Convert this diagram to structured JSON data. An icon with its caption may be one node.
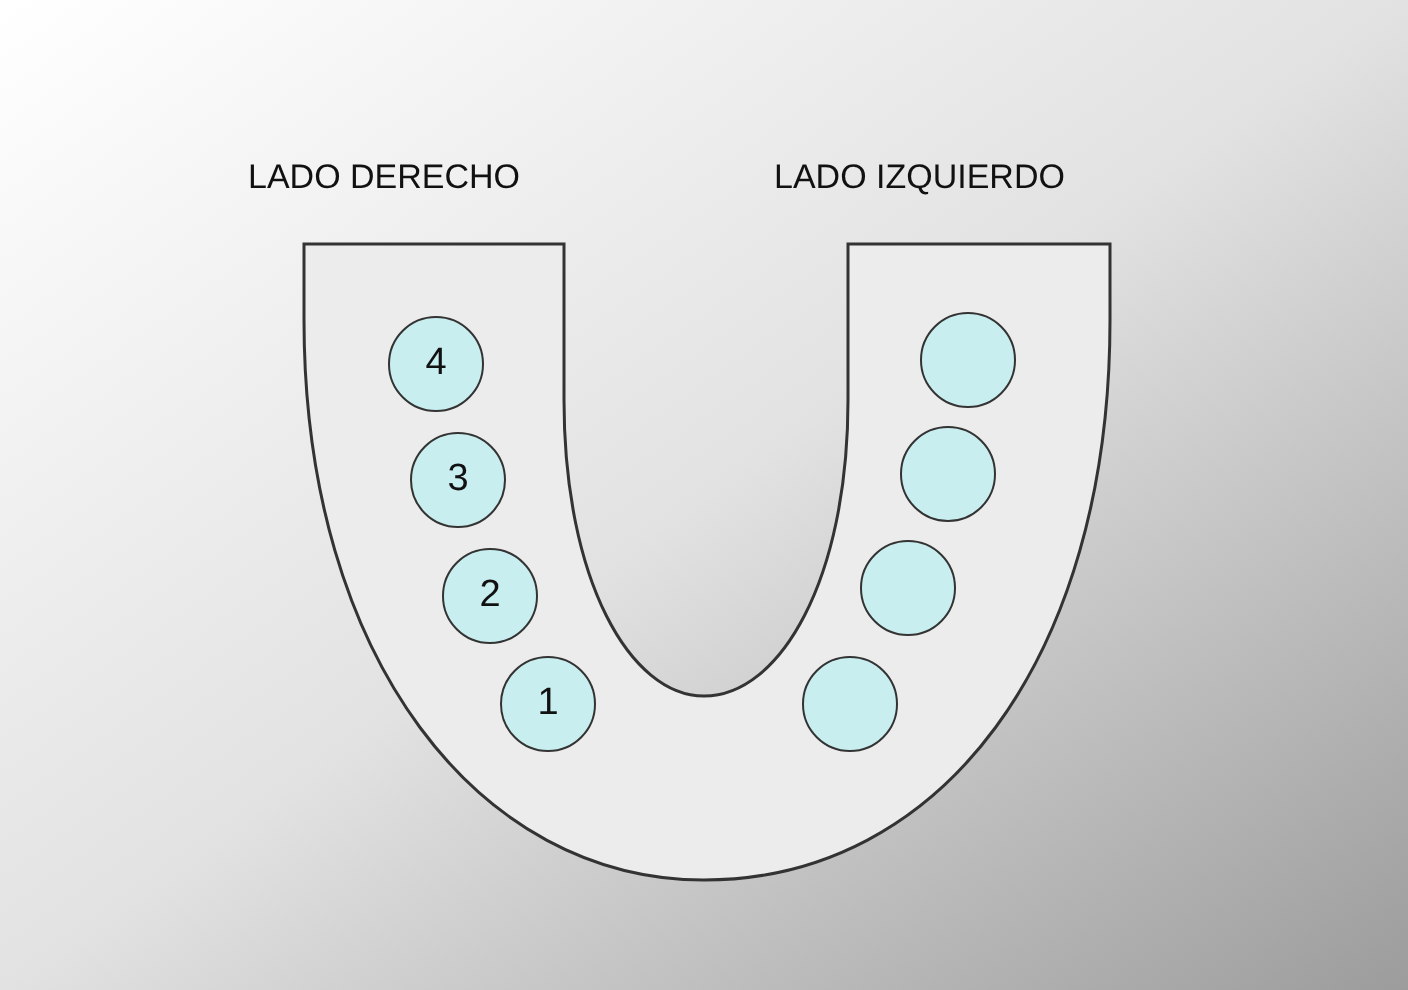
{
  "diagram": {
    "nodes": [
      {
        "text": [],
        "shape": "arch"
      },
      {
        "text": [
          "4"
        ],
        "in": 0
      },
      {
        "text": [
          "3"
        ],
        "in": 0
      },
      {
        "text": [
          "2"
        ],
        "in": 0
      },
      {
        "text": [
          "1"
        ],
        "in": 0
      },
      {
        "text": [],
        "shape": "circle",
        "in": 0
      },
      {
        "text": [],
        "shape": "circle",
        "in": 0
      },
      {
        "text": [],
        "shape": "circle",
        "in": 0
      },
      {
        "text": [],
        "shape": "circle",
        "in": 0
      }
    ],
    "labels": [
      "LADO DERECHO",
      "LADO IZQUIERDO"
    ]
  }
}
